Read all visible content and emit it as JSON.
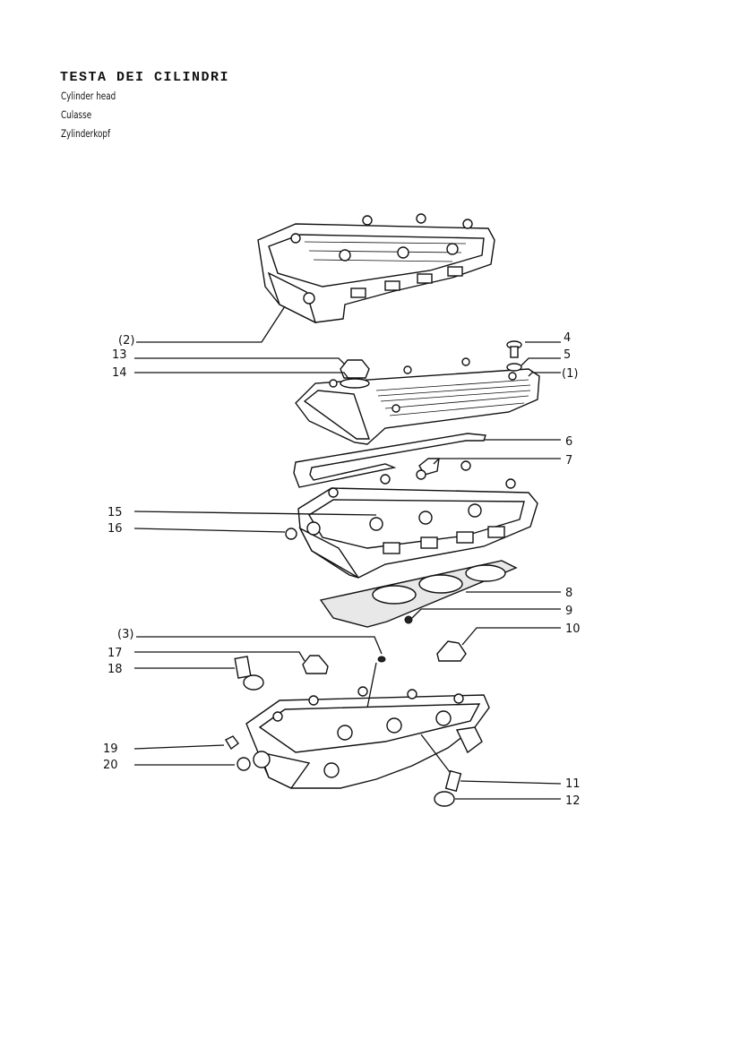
{
  "header": {
    "title": "TESTA DEI CILINDRI",
    "subtitles": [
      "Cylinder head",
      "Culasse",
      "Zylinderkopf"
    ]
  },
  "callouts": [
    {
      "id": "c2",
      "label": "(2)"
    },
    {
      "id": "c13",
      "label": "13"
    },
    {
      "id": "c14",
      "label": "14"
    },
    {
      "id": "c4",
      "label": "4"
    },
    {
      "id": "c5",
      "label": "5"
    },
    {
      "id": "c1",
      "label": "(1)"
    },
    {
      "id": "c6",
      "label": "6"
    },
    {
      "id": "c7",
      "label": "7"
    },
    {
      "id": "c15",
      "label": "15"
    },
    {
      "id": "c16",
      "label": "16"
    },
    {
      "id": "c8",
      "label": "8"
    },
    {
      "id": "c9",
      "label": "9"
    },
    {
      "id": "c3",
      "label": "(3)"
    },
    {
      "id": "c10",
      "label": "10"
    },
    {
      "id": "c17",
      "label": "17"
    },
    {
      "id": "c18",
      "label": "18"
    },
    {
      "id": "c19",
      "label": "19"
    },
    {
      "id": "c20",
      "label": "20"
    },
    {
      "id": "c11",
      "label": "11"
    },
    {
      "id": "c12",
      "label": "12"
    }
  ]
}
